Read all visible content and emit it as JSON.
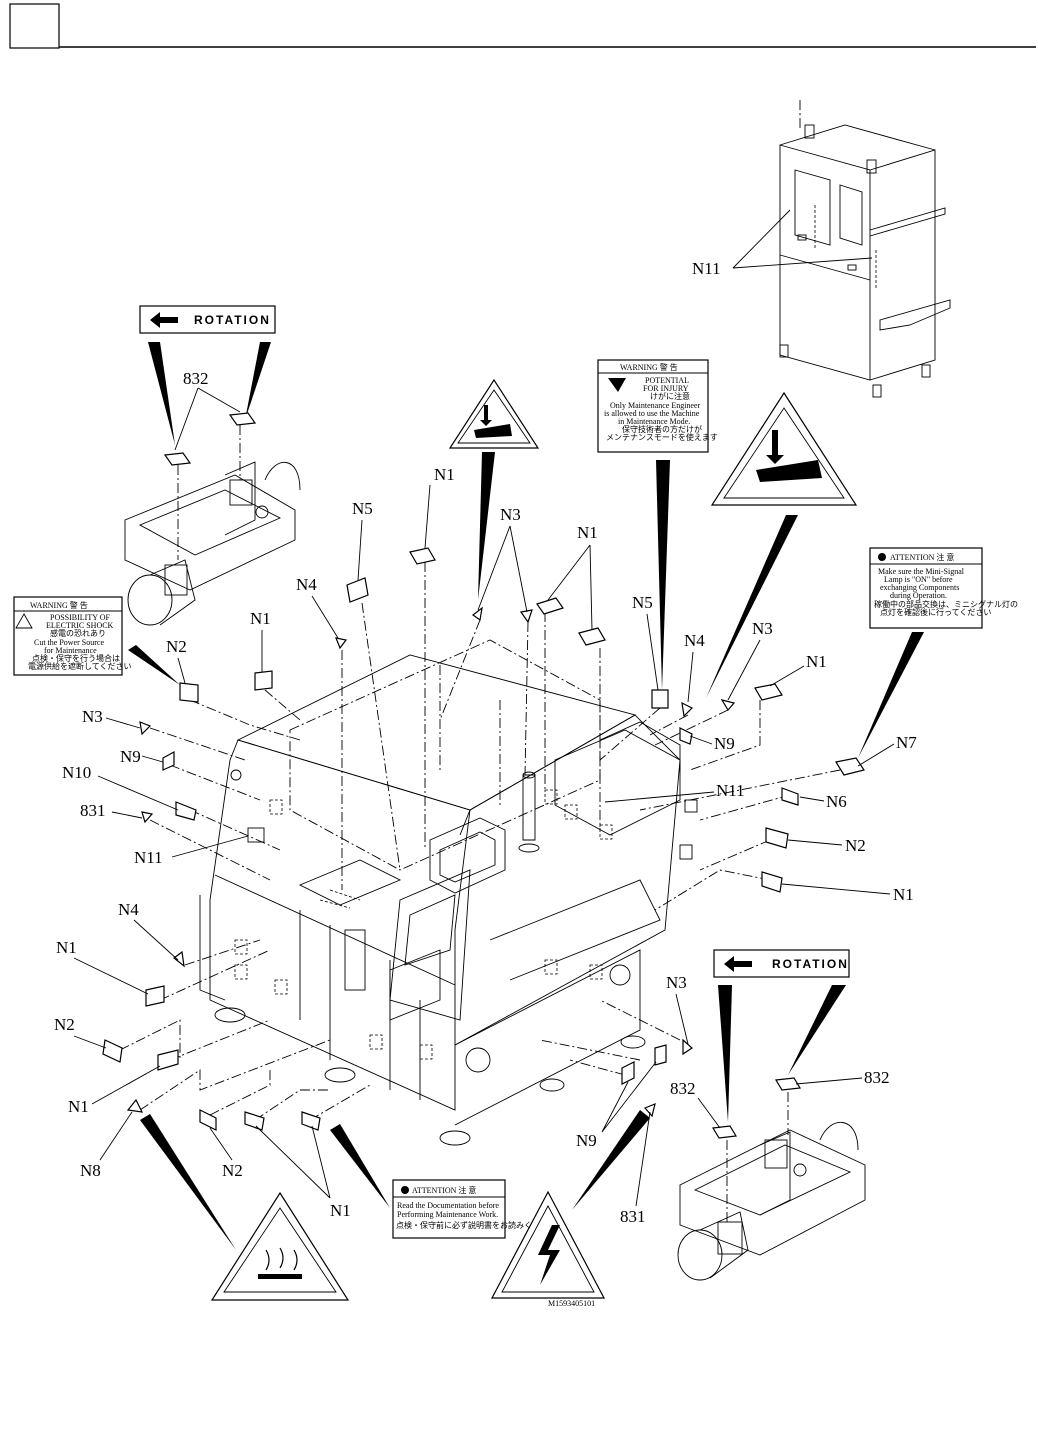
{
  "labels": {
    "N1": "N1",
    "N2": "N2",
    "N3": "N3",
    "N4": "N4",
    "N5": "N5",
    "N6": "N6",
    "N7": "N7",
    "N8": "N8",
    "N9": "N9",
    "N10": "N10",
    "N11": "N11",
    "p831": "831",
    "p832": "832"
  },
  "rotation_label": "ROTATION",
  "drawing_number": "M1593405101",
  "warning_pinch": {
    "heading": "WARNING 警 告",
    "lines": [
      "POTENTIAL",
      "FOR INJURY",
      "けがに注意",
      "Only Maintenance Engineer",
      "is allowed to use the Machine",
      "in Maintenance Mode.",
      "保守技術者の方だけが",
      "メンテナンスモードを使えます"
    ]
  },
  "warning_shock": {
    "heading": "WARNING 警 告",
    "lines": [
      "POSSIBILITY OF",
      "ELECTRIC SHOCK",
      "感電の恐れあり",
      "Cut the Power Source",
      "for Maintenance",
      "点検・保守を行う場合は",
      "電源供給を遮断してください"
    ]
  },
  "attention_lamp": {
    "heading": "ATTENTION 注 意",
    "lines": [
      "Make sure the Mini-Signal",
      "Lamp is \"ON\" before",
      "exchanging Components",
      "during Operation.",
      "稼働中の部品交換は、ミニシグナル灯の",
      "点灯を確認後に行ってください"
    ]
  },
  "attention_doc": {
    "heading": "ATTENTION 注 意",
    "lines": [
      "Read the Documentation before",
      "Performing Maintenance Work.",
      "点検・保守前に必ず説明書をお読みください"
    ]
  }
}
